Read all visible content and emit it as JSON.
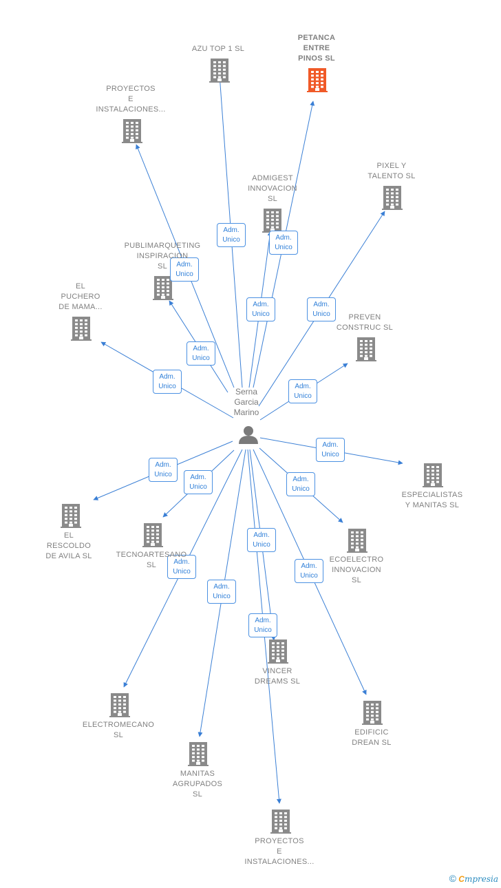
{
  "colors": {
    "edge": "#3a7fd5",
    "building": "#8a8a8a",
    "highlight": "#f05a28",
    "person": "#7a7a7a"
  },
  "center": {
    "name_lines": [
      "Serna",
      "Garcia",
      "Marino"
    ],
    "icon": "person-icon"
  },
  "companies": [
    {
      "id": "azu-top-1",
      "lines": [
        "AZU TOP 1  SL"
      ]
    },
    {
      "id": "petanca-entre-pinos",
      "lines": [
        "PETANCA",
        "ENTRE",
        "PINOS  SL"
      ],
      "highlight": true
    },
    {
      "id": "proyectos-instalaciones-top",
      "lines": [
        "PROYECTOS",
        "E",
        "INSTALACIONES..."
      ]
    },
    {
      "id": "pixel-y-talento",
      "lines": [
        "PIXEL Y",
        "TALENTO  SL"
      ]
    },
    {
      "id": "admigest-innovacion",
      "lines": [
        "ADMIGEST",
        "INNOVACION",
        "SL"
      ]
    },
    {
      "id": "publimarqueting-inspiracion",
      "lines": [
        "PUBLIMARQUETING",
        "INSPIRACION",
        "SL"
      ]
    },
    {
      "id": "el-puchero-de-mama",
      "lines": [
        "EL",
        "PUCHERO",
        "DE MAMA..."
      ]
    },
    {
      "id": "preven-construc",
      "lines": [
        "PREVEN",
        "CONSTRUC  SL"
      ]
    },
    {
      "id": "especialistas-y-manitas",
      "lines": [
        "ESPECIALISTAS",
        "Y MANITAS  SL"
      ]
    },
    {
      "id": "el-rescoldo-de-avila",
      "lines": [
        "EL",
        "RESCOLDO",
        "DE AVILA  SL"
      ]
    },
    {
      "id": "tecnoartesano",
      "lines": [
        "TECNOARTESANO",
        "SL"
      ]
    },
    {
      "id": "ecoelectro-innovacion",
      "lines": [
        "ECOELECTRO",
        "INNOVACION",
        "SL"
      ]
    },
    {
      "id": "vincer-dreams",
      "lines": [
        "VINCER",
        "DREAMS  SL"
      ]
    },
    {
      "id": "electromecano",
      "lines": [
        "ELECTROMECANO",
        "SL"
      ]
    },
    {
      "id": "edificic-drean",
      "lines": [
        "EDIFICIC",
        "DREAN  SL"
      ]
    },
    {
      "id": "manitas-agrupados",
      "lines": [
        "MANITAS",
        "AGRUPADOS",
        "SL"
      ]
    },
    {
      "id": "proyectos-instalaciones-bottom",
      "lines": [
        "PROYECTOS",
        "E",
        "INSTALACIONES..."
      ]
    }
  ],
  "relations": [
    {
      "target": "azu-top-1",
      "lines": [
        "Adm.",
        "Unico"
      ]
    },
    {
      "target": "petanca-entre-pinos",
      "lines": [
        "Adm.",
        "Unico"
      ]
    },
    {
      "target": "proyectos-instalaciones-top",
      "lines": [
        "Adm.",
        "Unico"
      ]
    },
    {
      "target": "pixel-y-talento",
      "lines": [
        "Adm.",
        "Unico"
      ]
    },
    {
      "target": "admigest-innovacion",
      "lines": [
        "Adm.",
        "Unico"
      ]
    },
    {
      "target": "publimarqueting-inspiracion",
      "lines": [
        "Adm.",
        "Unico"
      ]
    },
    {
      "target": "el-puchero-de-mama",
      "lines": [
        "Adm.",
        "Unico"
      ]
    },
    {
      "target": "preven-construc",
      "lines": [
        "Adm.",
        "Unico"
      ]
    },
    {
      "target": "especialistas-y-manitas",
      "lines": [
        "Adm.",
        "Unico"
      ]
    },
    {
      "target": "el-rescoldo-de-avila",
      "lines": [
        "Adm.",
        "Unico"
      ]
    },
    {
      "target": "tecnoartesano",
      "lines": [
        "Adm.",
        "Unico"
      ]
    },
    {
      "target": "ecoelectro-innovacion",
      "lines": [
        "Adm.",
        "Unico"
      ]
    },
    {
      "target": "vincer-dreams",
      "lines": [
        "Adm.",
        "Unico"
      ]
    },
    {
      "target": "electromecano",
      "lines": [
        "Adm.",
        "Unico"
      ]
    },
    {
      "target": "edificic-drean",
      "lines": [
        "Adm.",
        "Unico"
      ]
    },
    {
      "target": "manitas-agrupados",
      "lines": [
        "Adm.",
        "Unico"
      ]
    },
    {
      "target": "proyectos-instalaciones-bottom",
      "lines": [
        "Adm.",
        "Unico"
      ]
    }
  ],
  "footer": {
    "copyright": "©",
    "brand_first": "C",
    "brand_rest": "mpresia"
  }
}
